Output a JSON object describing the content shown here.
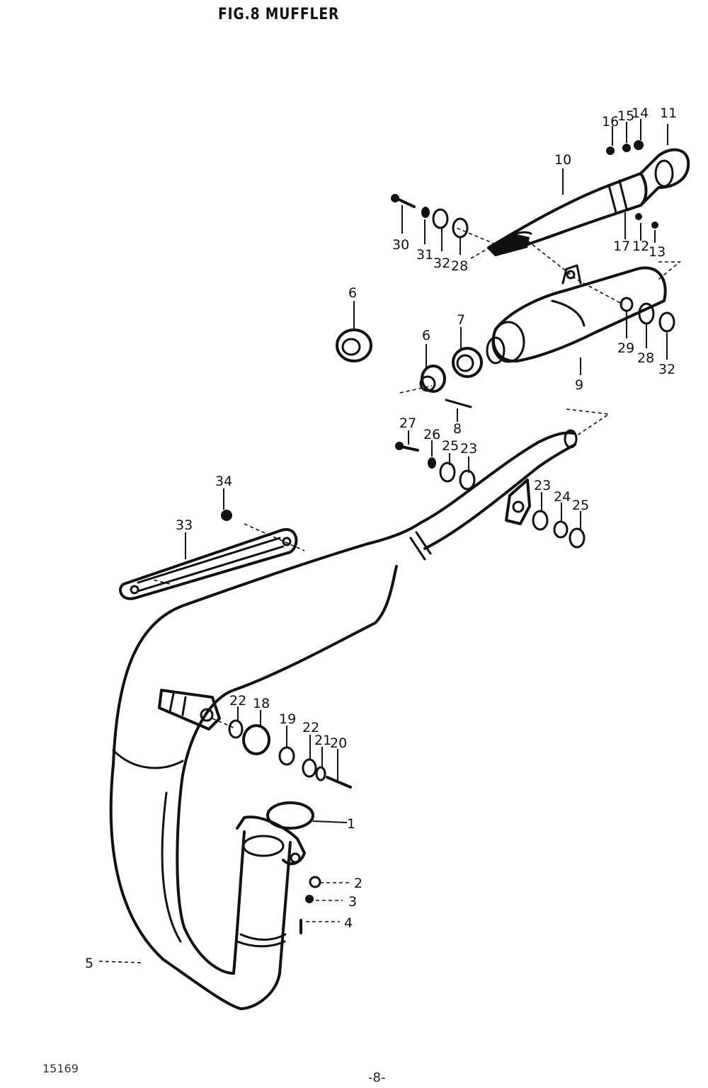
{
  "header": {
    "title": "FIG.8 MUFFLER"
  },
  "footer": {
    "code": "15169",
    "page": "-8-"
  },
  "callouts": [
    "1",
    "2",
    "3",
    "4",
    "5",
    "6",
    "7",
    "8",
    "9",
    "10",
    "11",
    "12",
    "13",
    "14",
    "15",
    "16",
    "17",
    "18",
    "19",
    "20",
    "21",
    "22",
    "23",
    "24",
    "25",
    "26",
    "27",
    "28",
    "29",
    "30",
    "31",
    "32",
    "33",
    "34"
  ]
}
